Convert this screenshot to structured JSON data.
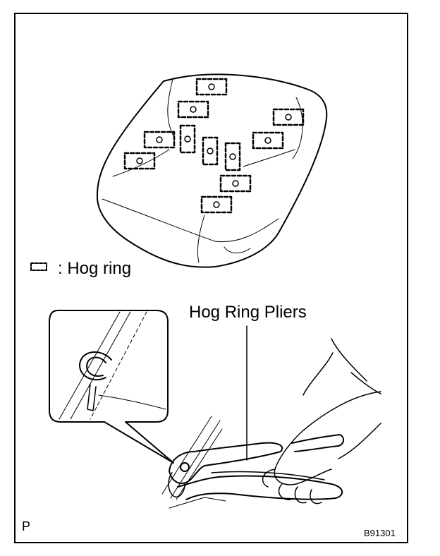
{
  "legend": {
    "symbol_icon": "hog-ring-bracket-icon",
    "symbol_suffix": ":",
    "label": "Hog ring"
  },
  "callouts": {
    "pliers_label": "Hog Ring Pliers"
  },
  "corner_letter": "P",
  "figure_code": "B91301",
  "colors": {
    "line": "#000000",
    "background": "#ffffff"
  }
}
